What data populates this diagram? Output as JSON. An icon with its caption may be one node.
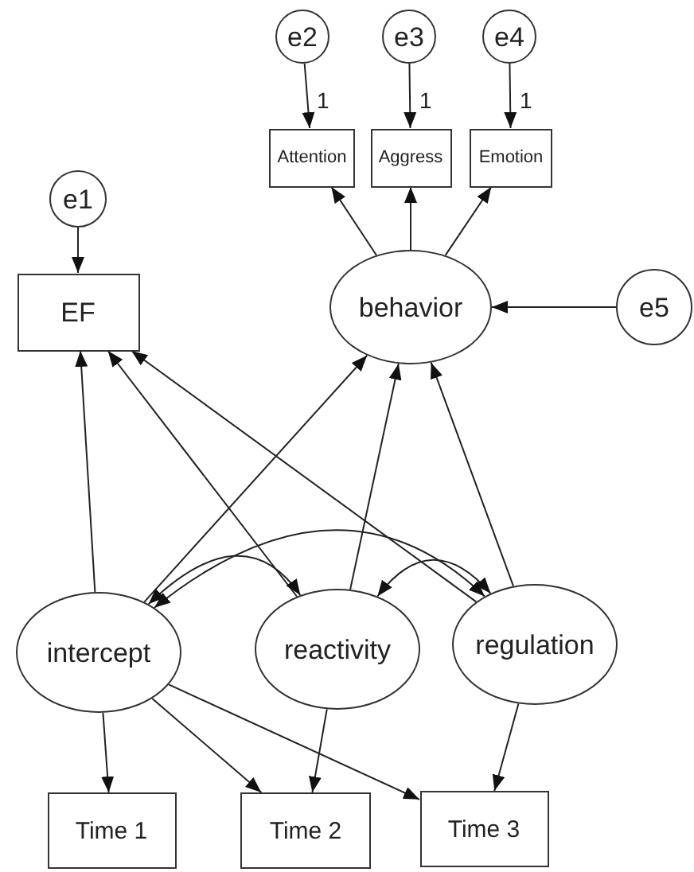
{
  "diagram": {
    "nodes": [
      {
        "text": [
          "e1"
        ]
      },
      {
        "text": [
          "EF"
        ]
      },
      {
        "text": [
          "e2"
        ]
      },
      {
        "text": [
          "e3"
        ]
      },
      {
        "text": [
          "e4"
        ]
      },
      {
        "text": [
          "Attention"
        ]
      },
      {
        "text": [
          "Aggress"
        ]
      },
      {
        "text": [
          "Emotion"
        ]
      },
      {
        "text": [
          "behavior"
        ]
      },
      {
        "text": [
          "e5"
        ]
      },
      {
        "text": [
          "intercept"
        ]
      },
      {
        "text": [
          "reactivity"
        ]
      },
      {
        "text": [
          "regulation"
        ]
      },
      {
        "text": [
          "Time 1"
        ]
      },
      {
        "text": [
          "Time 2"
        ]
      },
      {
        "text": [
          "Time 3"
        ]
      }
    ],
    "edges": [
      {
        "from": 0,
        "to": 1,
        "arrow": "to"
      },
      {
        "from": 2,
        "to": 5,
        "arrow": "to",
        "label": "1"
      },
      {
        "from": 3,
        "to": 6,
        "arrow": "to",
        "label": "1"
      },
      {
        "from": 4,
        "to": 7,
        "arrow": "to",
        "label": "1"
      },
      {
        "from": 8,
        "to": 5,
        "arrow": "to"
      },
      {
        "from": 8,
        "to": 6,
        "arrow": "to"
      },
      {
        "from": 8,
        "to": 7,
        "arrow": "to"
      },
      {
        "from": 9,
        "to": 8,
        "arrow": "to"
      },
      {
        "from": 10,
        "to": 1,
        "arrow": "to"
      },
      {
        "from": 11,
        "to": 1,
        "arrow": "to"
      },
      {
        "from": 12,
        "to": 1,
        "arrow": "to"
      },
      {
        "from": 10,
        "to": 8,
        "arrow": "to"
      },
      {
        "from": 11,
        "to": 8,
        "arrow": "to"
      },
      {
        "from": 12,
        "to": 8,
        "arrow": "to"
      },
      {
        "from": 10,
        "to": 11,
        "arrow": "both"
      },
      {
        "from": 10,
        "to": 12,
        "arrow": "both"
      },
      {
        "from": 11,
        "to": 12,
        "arrow": "both"
      },
      {
        "from": 10,
        "to": 13,
        "arrow": "to"
      },
      {
        "from": 10,
        "to": 14,
        "arrow": "to"
      },
      {
        "from": 10,
        "to": 15,
        "arrow": "to"
      },
      {
        "from": 11,
        "to": 14,
        "arrow": "to"
      },
      {
        "from": 12,
        "to": 15,
        "arrow": "to"
      }
    ]
  }
}
